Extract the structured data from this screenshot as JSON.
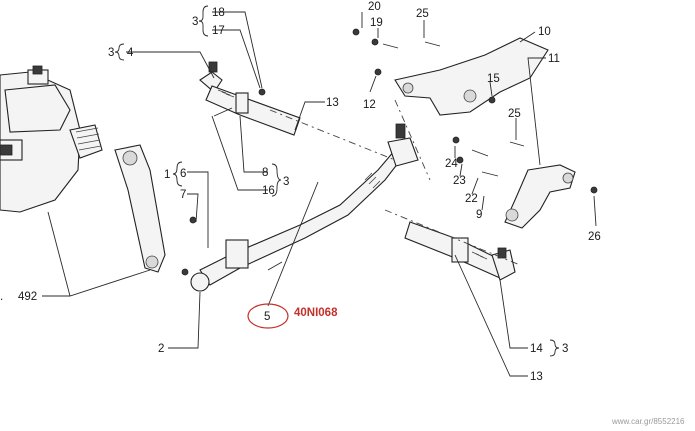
{
  "diagram": {
    "labels": {
      "l18": "18",
      "l17": "17",
      "l3a": "3",
      "l4": "4",
      "l3b": "3",
      "l20": "20",
      "l19": "19",
      "l25a": "25",
      "l10": "10",
      "l11": "11",
      "l15": "15",
      "l12": "12",
      "l13a": "13",
      "l25b": "25",
      "l24": "24",
      "l23": "23",
      "l22": "22",
      "l9": "9",
      "l26": "26",
      "l6": "6",
      "l1": "1",
      "l7": "7",
      "l8": "8",
      "l16": "16",
      "l3c": "3",
      "l492": "492",
      "l5": "5",
      "code": "40NI068",
      "l2": "2",
      "l14": "14",
      "l3d": "3",
      "l13b": "13"
    },
    "watermark": "www.car.gr/8552216"
  }
}
